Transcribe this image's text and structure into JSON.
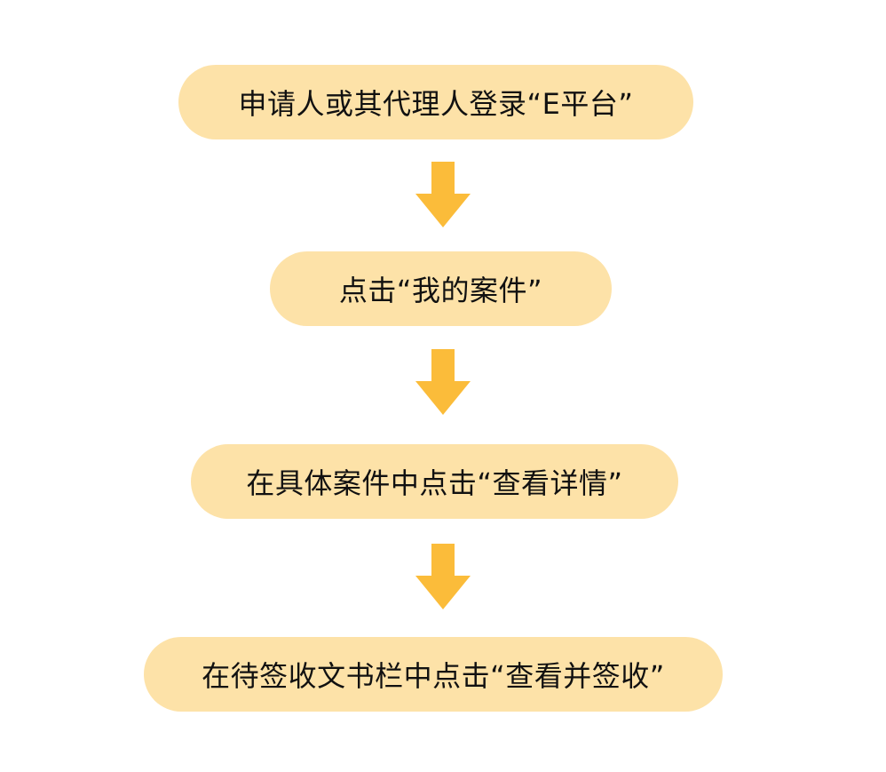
{
  "flowchart": {
    "steps": [
      {
        "label": "申请人或其代理人登录“E平台”"
      },
      {
        "label": "点击“我的案件”"
      },
      {
        "label": "在具体案件中点击“查看详情”"
      },
      {
        "label": "在待签收文书栏中点击“查看并签收”"
      }
    ],
    "connectors": [
      {
        "icon": "arrow-down-icon"
      },
      {
        "icon": "arrow-down-icon"
      },
      {
        "icon": "arrow-down-icon"
      }
    ]
  },
  "colors": {
    "step_fill": "#fde2a8",
    "arrow": "#fbbc3a",
    "text": "#111111",
    "background": "#ffffff"
  }
}
